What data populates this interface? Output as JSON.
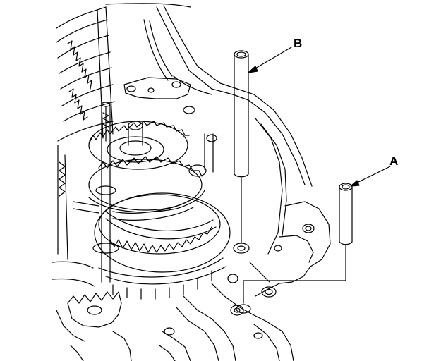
{
  "figure": {
    "callouts": [
      {
        "id": "b",
        "text": "B"
      },
      {
        "id": "a",
        "text": "A"
      }
    ],
    "colors": {
      "ink": "#000000",
      "paper": "#ffffff"
    }
  }
}
